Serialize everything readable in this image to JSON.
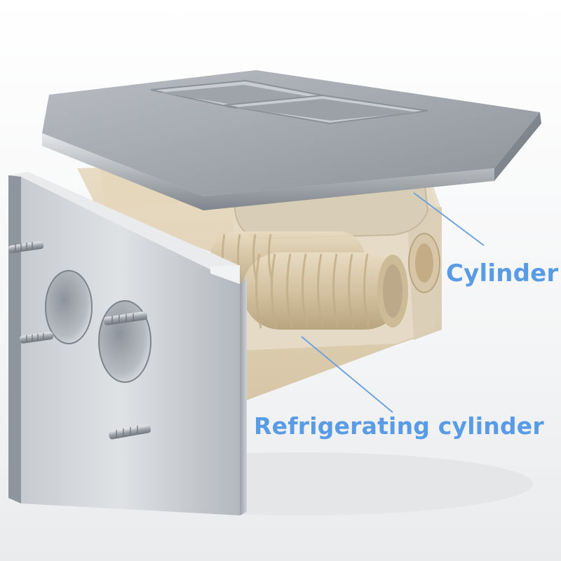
{
  "image": {
    "subject": "stainless-steel-machine-cutaway",
    "background": "#ffffff",
    "accent_label_color": "#5a9be6"
  },
  "callouts": {
    "cylinder": "Cylinder",
    "refrigerating_cylinder": "Refrigerating cylinder"
  }
}
